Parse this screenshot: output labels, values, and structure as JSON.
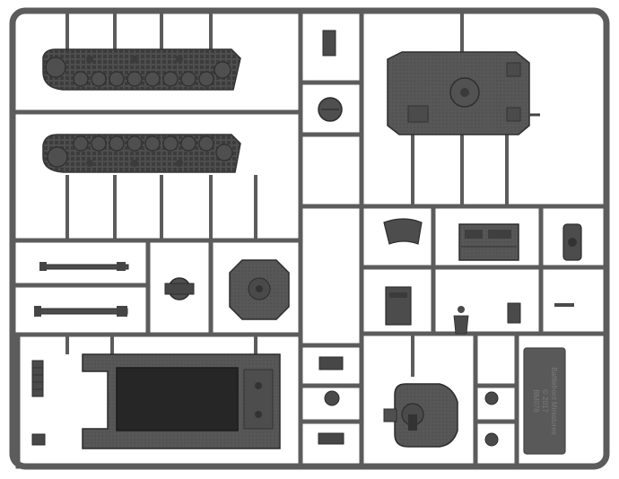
{
  "image": {
    "subject": "plastic model kit sprue",
    "colors": {
      "background": "#ffffff",
      "plastic": "#5a5a5a",
      "plastic_dark": "#3a3a3a",
      "plastic_light": "#7a7a7a",
      "shadow": "#2a2a2a"
    }
  },
  "labels": {
    "brand": "Battlefront Miniatures",
    "copyright": "© 2017",
    "code": "BM078"
  },
  "parts": [
    {
      "name": "track-upper",
      "icon": "track-run-icon"
    },
    {
      "name": "track-lower",
      "icon": "track-run-icon"
    },
    {
      "name": "hull-top",
      "icon": "hull-deck-icon"
    },
    {
      "name": "hull-tub",
      "icon": "hull-tub-icon"
    },
    {
      "name": "turret",
      "icon": "turret-icon"
    },
    {
      "name": "cupola",
      "icon": "cupola-icon"
    },
    {
      "name": "gun-barrel-long",
      "icon": "barrel-icon"
    },
    {
      "name": "gun-barrel-short",
      "icon": "barrel-icon"
    },
    {
      "name": "mantlet",
      "icon": "mantlet-icon"
    },
    {
      "name": "hatch",
      "icon": "hatch-icon"
    },
    {
      "name": "engine-deck",
      "icon": "engine-deck-icon"
    },
    {
      "name": "crew-figure",
      "icon": "crew-figure-icon"
    },
    {
      "name": "spare-wheel",
      "icon": "spare-wheel-icon"
    }
  ]
}
